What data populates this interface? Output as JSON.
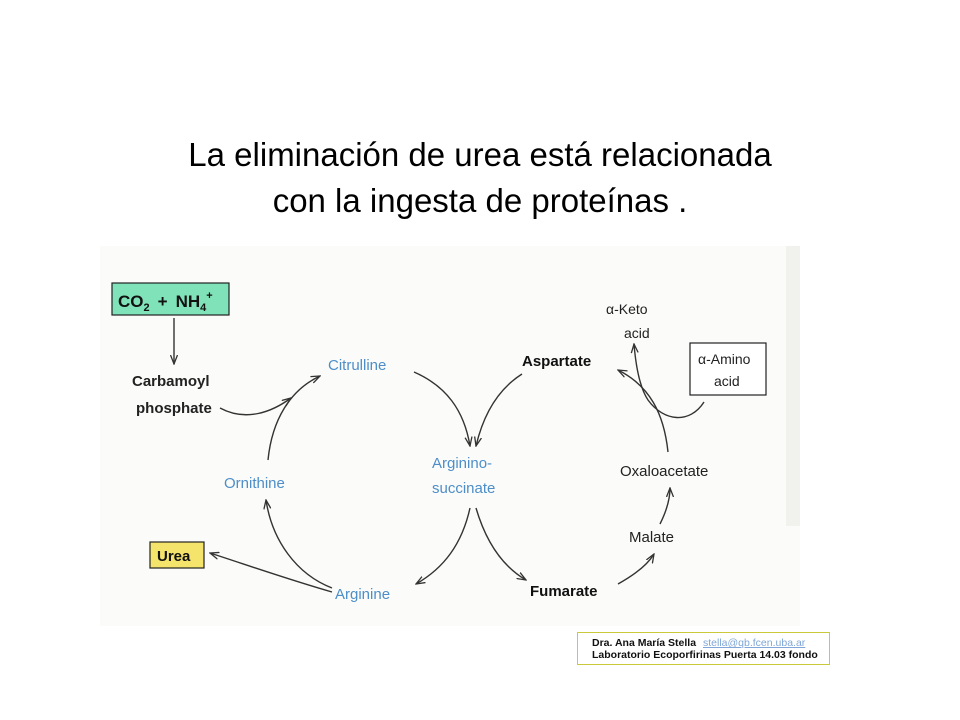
{
  "title": {
    "line1": "La eliminación de urea está relacionada",
    "line2": "con la ingesta de proteínas ."
  },
  "diagram": {
    "inputs": {
      "co2": "CO",
      "co2_sub": "2",
      "plus": "+",
      "nh4": "NH",
      "nh4_sub": "4",
      "nh4_sup": "+"
    },
    "carbamoyl": [
      "Carbamoyl",
      "phosphate"
    ],
    "citrulline": "Citrulline",
    "ornithine": "Ornithine",
    "arginine": "Arginine",
    "argininosuccinate": [
      "Arginino-",
      "succinate"
    ],
    "aspartate": "Aspartate",
    "fumarate": "Fumarate",
    "malate": "Malate",
    "oxaloacetate": "Oxaloacetate",
    "keto_acid": [
      "α-Keto",
      "acid"
    ],
    "amino_acid": [
      "α-Amino",
      "acid"
    ],
    "urea": "Urea",
    "colors": {
      "input_box": "#7fe2b9",
      "urea_box": "#f4e46b",
      "cycle_label": "#4d8ec9",
      "arrow": "#333333"
    }
  },
  "credit": {
    "name": "Dra. Ana María Stella",
    "email": "stella@qb.fcen.uba.ar",
    "lab": "Laboratorio Ecoporfirinas Puerta 14.03 fondo"
  }
}
